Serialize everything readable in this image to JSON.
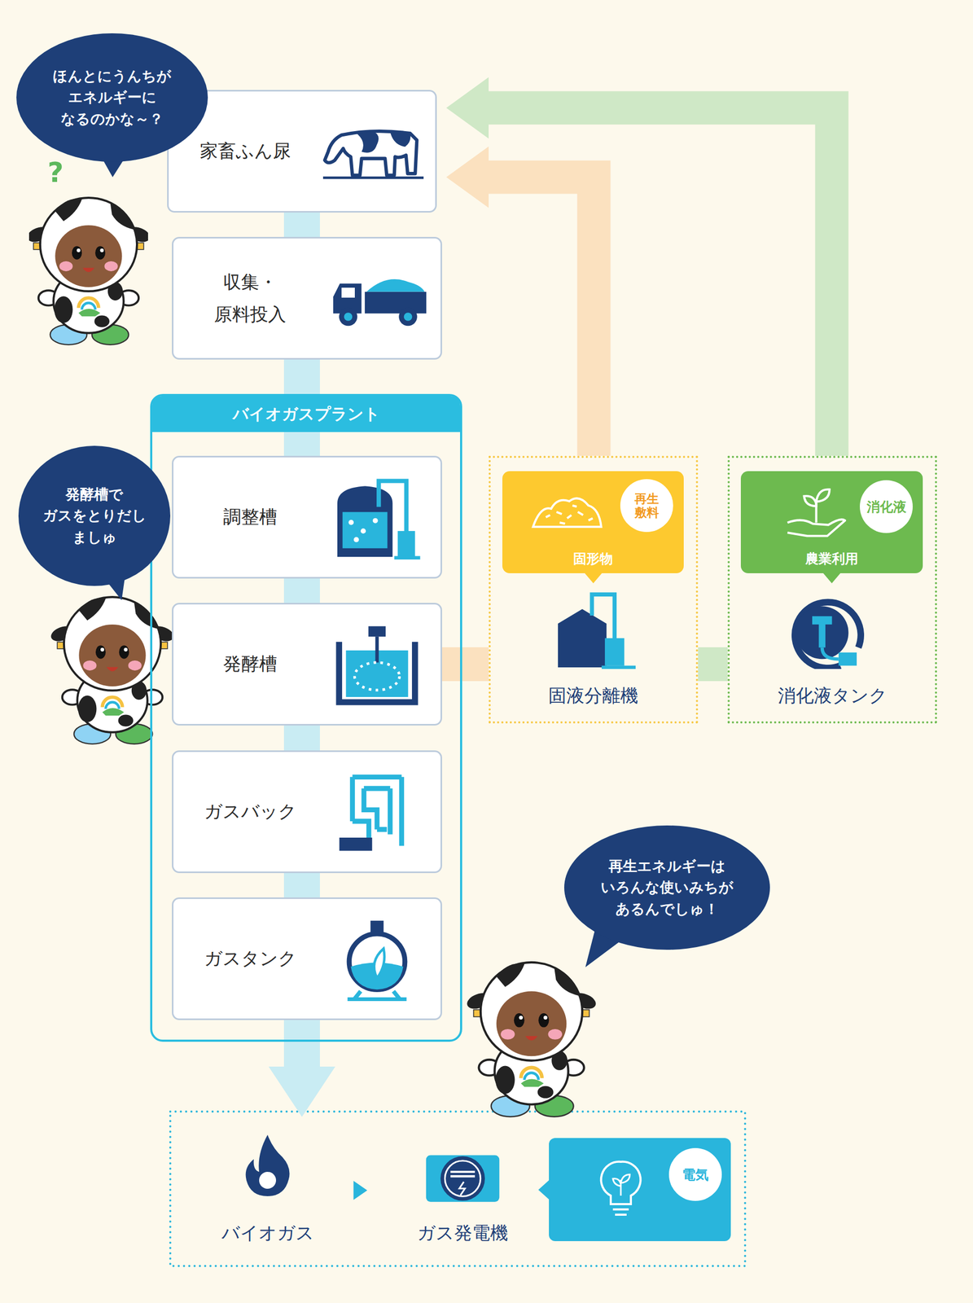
{
  "diagram": {
    "nodes": [
      {
        "text": [
          "家畜ふん尿"
        ]
      },
      {
        "text": [
          "収集・ 原料投入"
        ]
      },
      {
        "text": [
          "バイオガスプラント"
        ]
      },
      {
        "text": [
          "調整槽"
        ],
        "in": 2
      },
      {
        "text": [
          "発酵槽"
        ],
        "in": 2
      },
      {
        "text": [
          "ガスバック"
        ],
        "in": 2
      },
      {
        "text": [
          "ガスタンク"
        ],
        "in": 2
      },
      {
        "text": [
          "固液分離機"
        ]
      },
      {
        "text": [
          "固形物"
        ],
        "in": 7
      },
      {
        "text": [
          "再生 敷料"
        ],
        "in": 8
      },
      {
        "text": [
          "消化液タンク"
        ]
      },
      {
        "text": [
          "農業利用"
        ],
        "in": 10
      },
      {
        "text": [
          "消化液"
        ],
        "in": 11
      },
      {
        "text": [
          "バイオガス"
        ]
      },
      {
        "text": [
          "ガス発電機"
        ]
      },
      {
        "text": [
          "電気"
        ]
      },
      {
        "text": [
          "ほんとにうんちが エネルギーに なるのかな～？"
        ]
      },
      {
        "text": [
          "発酵槽で ガスをとりだし ましゅ"
        ]
      },
      {
        "text": [
          "再生エネルギーは いろんな使いみちが あるんでしゅ！"
        ]
      }
    ],
    "edges": [
      {
        "from": 0,
        "to": 1,
        "arrow": "none"
      },
      {
        "from": 1,
        "to": 3,
        "arrow": "none"
      },
      {
        "from": 3,
        "to": 4,
        "arrow": "none"
      },
      {
        "from": 4,
        "to": 5,
        "arrow": "none"
      },
      {
        "from": 5,
        "to": 6,
        "arrow": "none"
      },
      {
        "from": 6,
        "to": 13,
        "arrow": "to"
      },
      {
        "from": 4,
        "to": 7,
        "arrow": "none"
      },
      {
        "from": 7,
        "to": 10,
        "arrow": "none"
      },
      {
        "from": 7,
        "to": 0,
        "arrow": "to"
      },
      {
        "from": 10,
        "to": 0,
        "arrow": "to"
      },
      {
        "from": 13,
        "to": 14,
        "arrow": "to"
      }
    ],
    "labels": [
      "?"
    ]
  }
}
